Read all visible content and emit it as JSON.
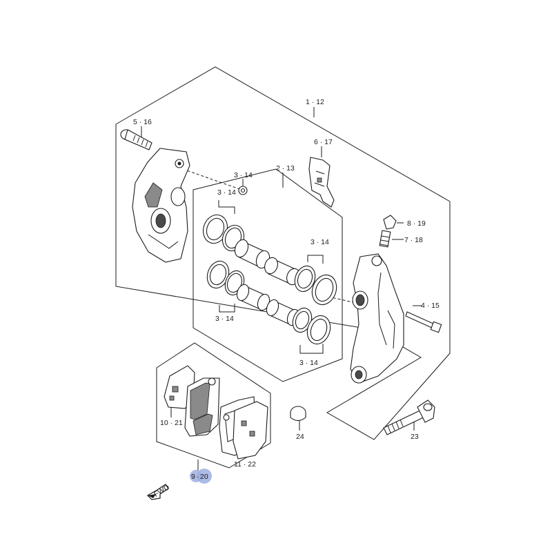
{
  "callouts": {
    "c_1_12": "1 · 12",
    "c_5_16": "5 · 16",
    "c_6_17": "6 · 17",
    "c_2_13": "2 · 13",
    "c_3_14_a": "3 · 14",
    "c_3_14_b": "3 · 14",
    "c_3_14_c": "3 · 14",
    "c_3_14_d": "3 · 14",
    "c_3_14_e": "3 · 14",
    "c_8_19": "8 · 19",
    "c_7_18": "7 · 18",
    "c_4_15": "4 · 15",
    "c_10_21": "10 · 21",
    "c_11_22": "11 · 22",
    "c_9": "9",
    "c_20": "20",
    "c_24": "24",
    "c_23": "23",
    "fwd": "FWD"
  },
  "colors": {
    "line": "#1a1a1a",
    "highlight": "#9fb0e0",
    "shade": "#8a8a8a"
  }
}
